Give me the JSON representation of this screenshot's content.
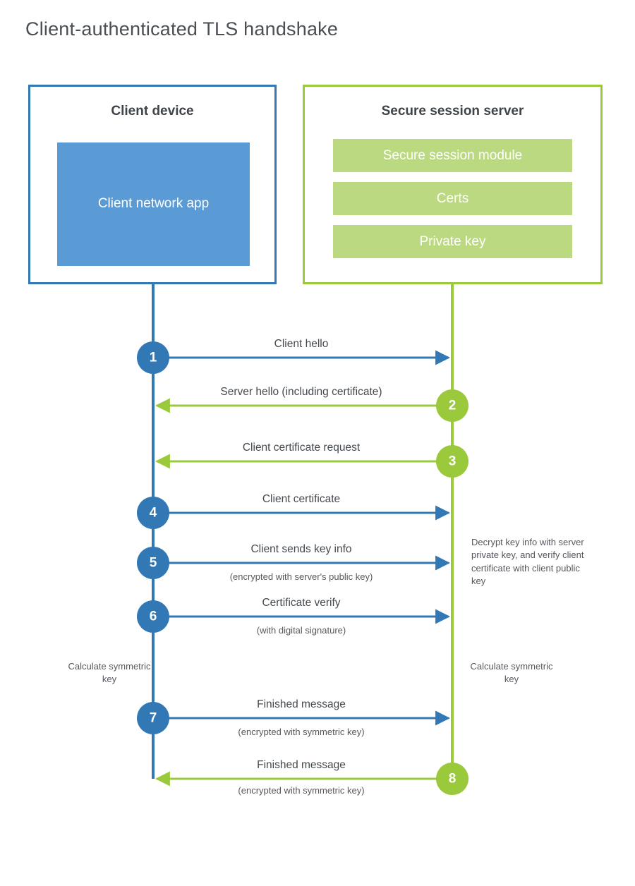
{
  "title": "Client-authenticated TLS handshake",
  "colors": {
    "client_blue": "#3178b5",
    "client_app_blue": "#5b9bd5",
    "server_green": "#9ac93c",
    "server_bar_green": "#bbd980",
    "text": "#44494e"
  },
  "actors": {
    "client": {
      "title": "Client device",
      "app_label": "Client network app"
    },
    "server": {
      "title": "Secure session server",
      "components": [
        "Secure session module",
        "Certs",
        "Private key"
      ]
    }
  },
  "steps": [
    {
      "number": "1",
      "label": "Client hello",
      "sub": "",
      "direction": "client-to-server",
      "color": "#3178b5"
    },
    {
      "number": "2",
      "label": "Server hello (including certificate)",
      "sub": "",
      "direction": "server-to-client",
      "color": "#9ac93c"
    },
    {
      "number": "3",
      "label": "Client certificate request",
      "sub": "",
      "direction": "server-to-client",
      "color": "#9ac93c"
    },
    {
      "number": "4",
      "label": "Client certificate",
      "sub": "",
      "direction": "client-to-server",
      "color": "#3178b5"
    },
    {
      "number": "5",
      "label": "Client sends key info",
      "sub": "(encrypted with server's public key)",
      "direction": "client-to-server",
      "color": "#3178b5"
    },
    {
      "number": "6",
      "label": "Certificate verify",
      "sub": "(with digital signature)",
      "direction": "client-to-server",
      "color": "#3178b5"
    },
    {
      "number": "7",
      "label": "Finished message",
      "sub": "(encrypted with symmetric key)",
      "direction": "client-to-server",
      "color": "#3178b5"
    },
    {
      "number": "8",
      "label": "Finished message",
      "sub": "(encrypted with symmetric key)",
      "direction": "server-to-client",
      "color": "#9ac93c"
    }
  ],
  "notes": {
    "server_decrypt": "Decrypt key info with server private key, and verify client certificate with client public key",
    "client_calculate": "Calculate symmetric key",
    "server_calculate": "Calculate symmetric key"
  }
}
